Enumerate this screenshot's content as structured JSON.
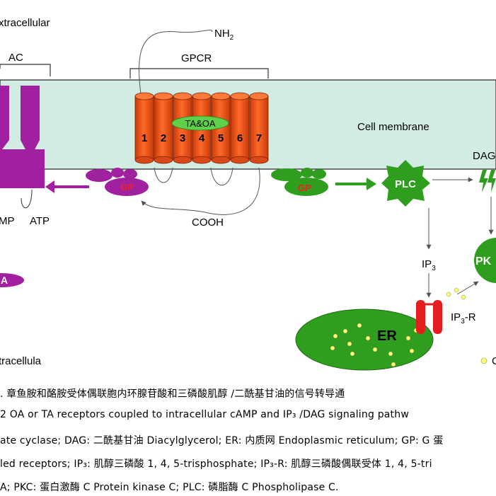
{
  "labels": {
    "extracellular": "xtracellular",
    "ac": "AC",
    "gpcr": "GPCR",
    "nh2": "NH",
    "nh2_sub": "2",
    "ligand": "TA&OA",
    "helix_numbers": [
      "1",
      "2",
      "3",
      "4",
      "5",
      "6",
      "7"
    ],
    "cell_membrane": "Cell membrane",
    "dag": "DAG",
    "gp_left": "GP",
    "gp_right": "GP",
    "plc": "PLC",
    "amp": "MP",
    "atp": "ATP",
    "cooh": "COOH",
    "ip3": "IP",
    "ip3_sub": "3",
    "pkc": "PK",
    "pka": "A",
    "ip3r": "IP",
    "ip3r_sub": "3",
    "ip3r_suffix": "-R",
    "er": "ER",
    "intracellular": "tracellula",
    "calcium": "C"
  },
  "caption": {
    "line1": ".   章鱼胺和酪胺受体偶联胞内环腺苷酸和三磷酸肌醇 /二酰基甘油的信号转导通",
    "line2": "  2   OA or TA  receptors coupled to intracellular cAMP and  IP₃ /DAG  signaling pathw",
    "line3": "ate cyclase;  DAG:  二酰基甘油 Diacylglycerol;  ER:  内质网 Endoplasmic reticulum;  GP:  G 蛋",
    "line4": "led receptors;  IP₃:  肌醇三磷酸 1, 4, 5-trisphosphate;  IP₃-R:  肌醇三磷酸偶联受体 1, 4, 5-tri",
    "line5": "A;   PKC:  蛋白激酶 C Protein kinase C;   PLC:  磷脂酶 C Phospholipase C."
  },
  "colors": {
    "membrane": "#d2ece4",
    "helix": "#ff5a1e",
    "ligand": "#5fd04a",
    "purple": "#a020a0",
    "green": "#2f9e1f",
    "red": "#e41e1e",
    "yellow": "#ffff66"
  }
}
